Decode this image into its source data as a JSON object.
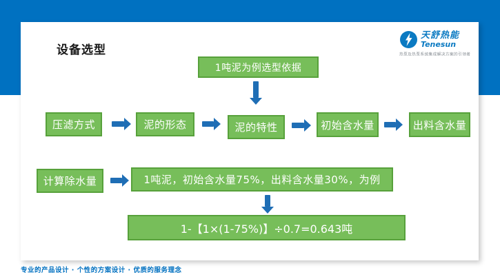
{
  "slide": {
    "title": "设备选型",
    "footer": "专业的产品设计 · 个性的方案设计 · 优质的服务理念"
  },
  "logo": {
    "brand_cn": "天舒热能",
    "brand_en": "Tenesun",
    "tagline": "热泵及热泵系统集成解决方案的引领者"
  },
  "flow": {
    "basis_box": "1吨泥为例选型依据",
    "row": [
      {
        "label": "压滤方式"
      },
      {
        "label": "泥的形态"
      },
      {
        "label": "泥的特性"
      },
      {
        "label": "初始含水量"
      },
      {
        "label": "出料含水量"
      }
    ],
    "calc_box": "计算除水量",
    "example_box": "1吨泥，初始含水量75%，出料含水量30%，为例",
    "formula_box": "1-【1×(1-75%)】÷0.7=0.643吨"
  },
  "colors": {
    "band_blue": "#0071c1",
    "box_green_fill": "#77be5a",
    "box_green_border": "#57a13b",
    "arrow_blue": "#1f6eb5",
    "footer_blue": "#0070c0"
  }
}
